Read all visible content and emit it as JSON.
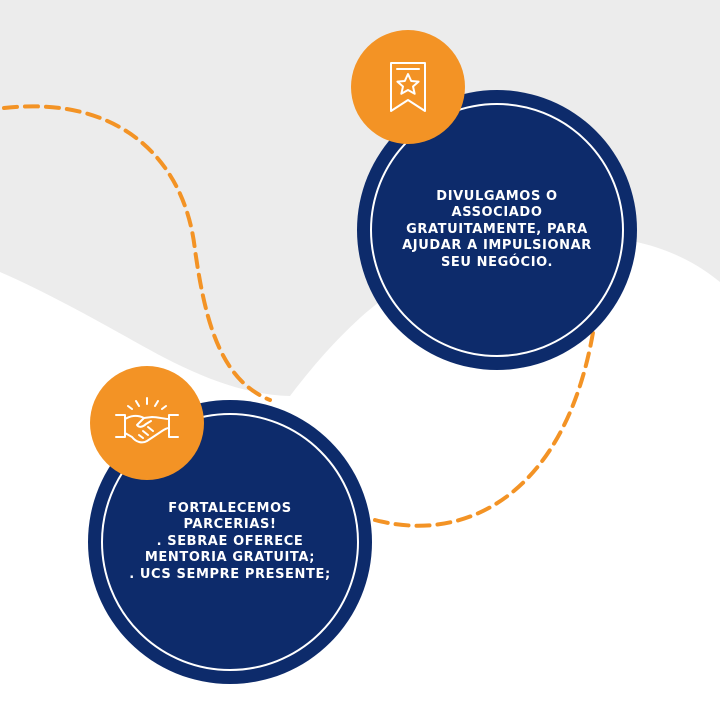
{
  "colors": {
    "background": "#ffffff",
    "wave": "#ececec",
    "navy": "#0d2b6b",
    "orange": "#f39325",
    "text": "#ffffff"
  },
  "cards": [
    {
      "icon": "star-ribbon-icon",
      "lines": [
        "DIVULGAMOS O",
        "ASSOCIADO",
        "GRATUITAMENTE, PARA",
        "AJUDAR A IMPULSIONAR",
        "SEU NEGÓCIO."
      ]
    },
    {
      "icon": "handshake-icon",
      "lines": [
        "FORTALECEMOS",
        "PARCERIAS!",
        ". SEBRAE OFERECE",
        "MENTORIA GRATUITA;",
        ". UCS SEMPRE PRESENTE;"
      ]
    }
  ]
}
